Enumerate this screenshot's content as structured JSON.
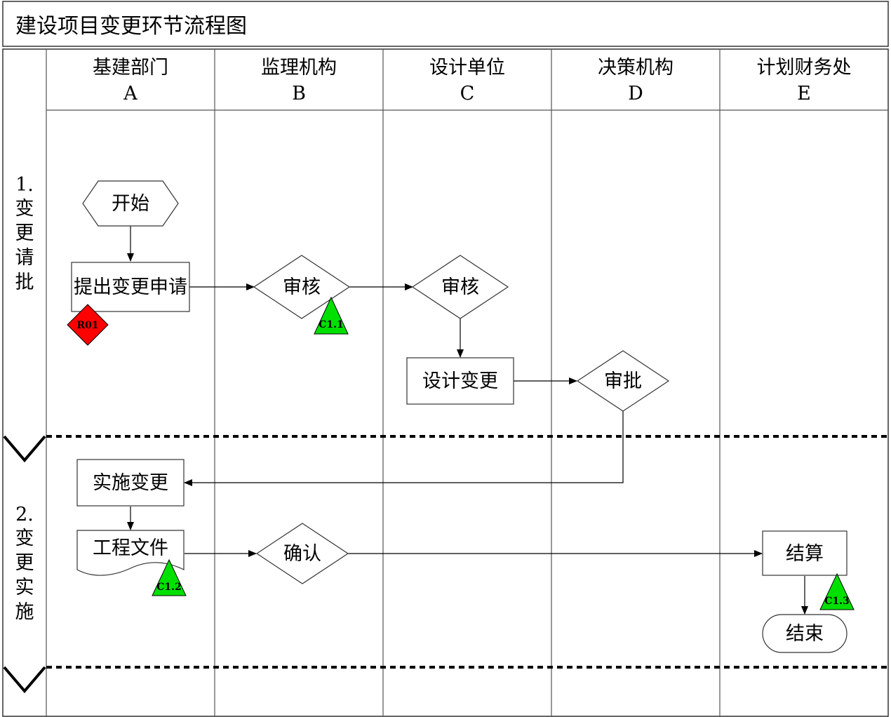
{
  "title": "建设项目变更环节流程图",
  "lanes": [
    {
      "name": "基建部门",
      "code": "A"
    },
    {
      "name": "监理机构",
      "code": "B"
    },
    {
      "name": "设计单位",
      "code": "C"
    },
    {
      "name": "决策机构",
      "code": "D"
    },
    {
      "name": "计划财务处",
      "code": "E"
    }
  ],
  "phases": [
    {
      "number": "1.",
      "chars": [
        "变",
        "更",
        "请",
        "批"
      ]
    },
    {
      "number": "2.",
      "chars": [
        "变",
        "更",
        "实",
        "施"
      ]
    }
  ],
  "nodes": {
    "start": "开始",
    "submit_request": "提出变更申请",
    "review_supervision": "审核",
    "review_design": "审核",
    "design_change": "设计变更",
    "approve": "审批",
    "implement": "实施变更",
    "documents": "工程文件",
    "confirm": "确认",
    "settlement": "结算",
    "end": "结束"
  },
  "markers": {
    "risk": {
      "label": "R01",
      "color": "#ff0000"
    },
    "controls": [
      {
        "label": "C1.1",
        "color": "#00e000"
      },
      {
        "label": "C1.2",
        "color": "#00e000"
      },
      {
        "label": "C1.3",
        "color": "#00e000"
      }
    ]
  },
  "colors": {
    "line": "#000000",
    "border": "#333333",
    "background": "#ffffff"
  }
}
